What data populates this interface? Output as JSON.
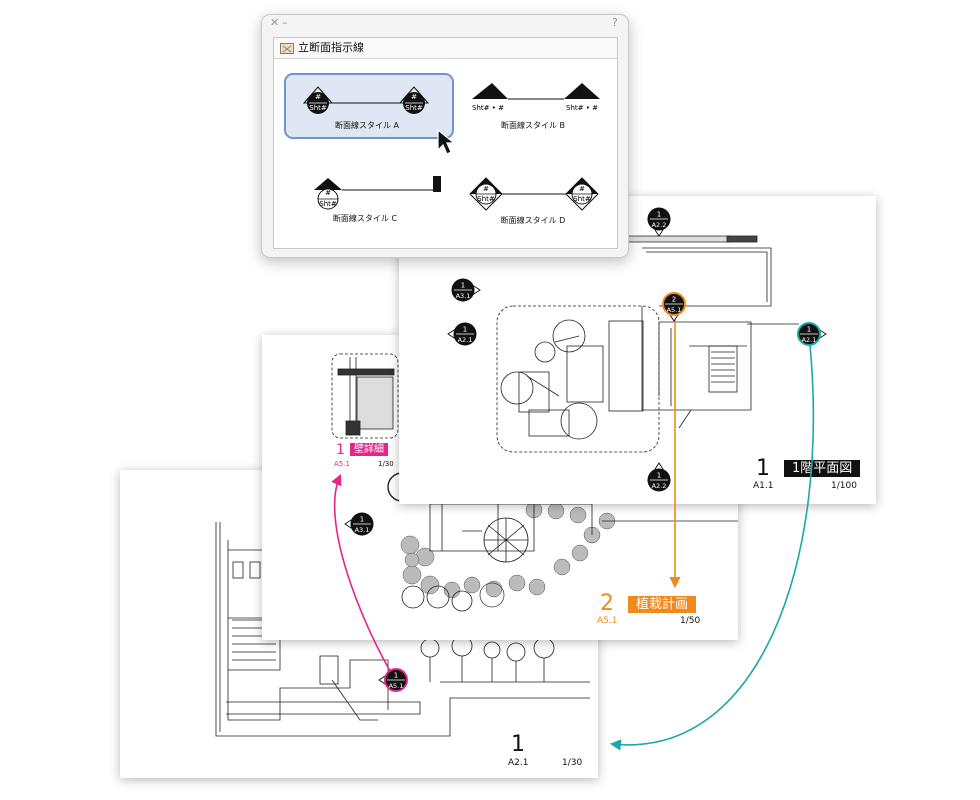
{
  "dialog": {
    "title": "立断面指示線",
    "options": [
      {
        "label": "断面線スタイル A",
        "marker_top": "#",
        "marker_bottom": "Sht#"
      },
      {
        "label": "断面線スタイル B",
        "end_text": "Sht# • #"
      },
      {
        "label": "断面線スタイル C",
        "marker_top": "#",
        "marker_bottom": "Sht#"
      },
      {
        "label": "断面線スタイル D",
        "marker_top": "#",
        "marker_bottom": "Sht#"
      }
    ]
  },
  "sheets": {
    "plan": {
      "number": "1",
      "sheet": "A1.1",
      "title": "1階平面図",
      "scale": "1/100",
      "title_color": "#111111",
      "markers": [
        {
          "num": "1",
          "ref": "A2.2"
        },
        {
          "num": "1",
          "ref": "A3.1"
        },
        {
          "num": "1",
          "ref": "A2.1"
        },
        {
          "num": "1",
          "ref": "A2.2"
        },
        {
          "num": "2",
          "ref": "A5.1"
        },
        {
          "num": "1",
          "ref": "A2.1"
        }
      ]
    },
    "planting": {
      "number": "2",
      "sheet": "A5.1",
      "title": "植栽計画",
      "scale": "1/50",
      "title_color": "#f08a1c",
      "detail": {
        "number": "1",
        "sheet": "A5.1",
        "title": "壁詳細",
        "scale": "1/30",
        "color": "#e5258c"
      },
      "markers": [
        {
          "num": "1",
          "ref": "A3.1"
        }
      ]
    },
    "section": {
      "number": "1",
      "sheet": "A2.1",
      "title": "断面図",
      "scale": "1/30",
      "title_color": "#1aa9a7",
      "markers": [
        {
          "num": "1",
          "ref": "A5.1"
        }
      ]
    }
  },
  "colors": {
    "pink": "#e5258c",
    "orange": "#f08a1c",
    "teal": "#1aa9a7",
    "selection": "#6f94cc"
  }
}
